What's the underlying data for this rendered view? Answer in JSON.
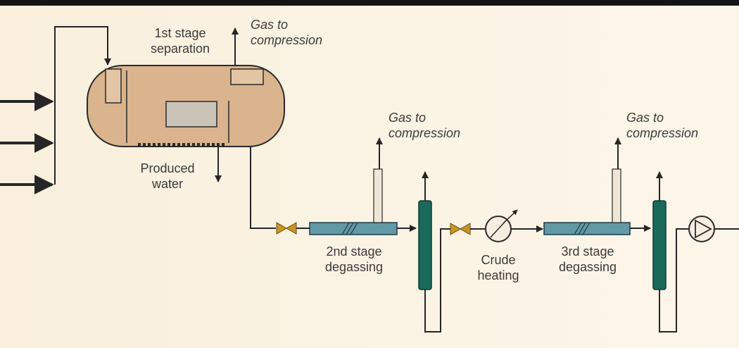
{
  "labels": {
    "first_stage": "1st stage\nseparation",
    "gas1": "Gas to\ncompression",
    "produced_water": "Produced\nwater",
    "gas2": "Gas to\ncompression",
    "gas3": "Gas to\ncompression",
    "second_stage": "2nd stage\ndegassing",
    "crude_heating": "Crude\nheating",
    "third_stage": "3rd stage\ndegassing"
  },
  "colors": {
    "vessel_fill": "#d9b48c",
    "pipe": "#262626",
    "degasser": "#5f9aa6",
    "column": "#1a6a5a",
    "valve": "#c8961e",
    "background": "#fbf3e4",
    "top_bar": "#141414"
  }
}
